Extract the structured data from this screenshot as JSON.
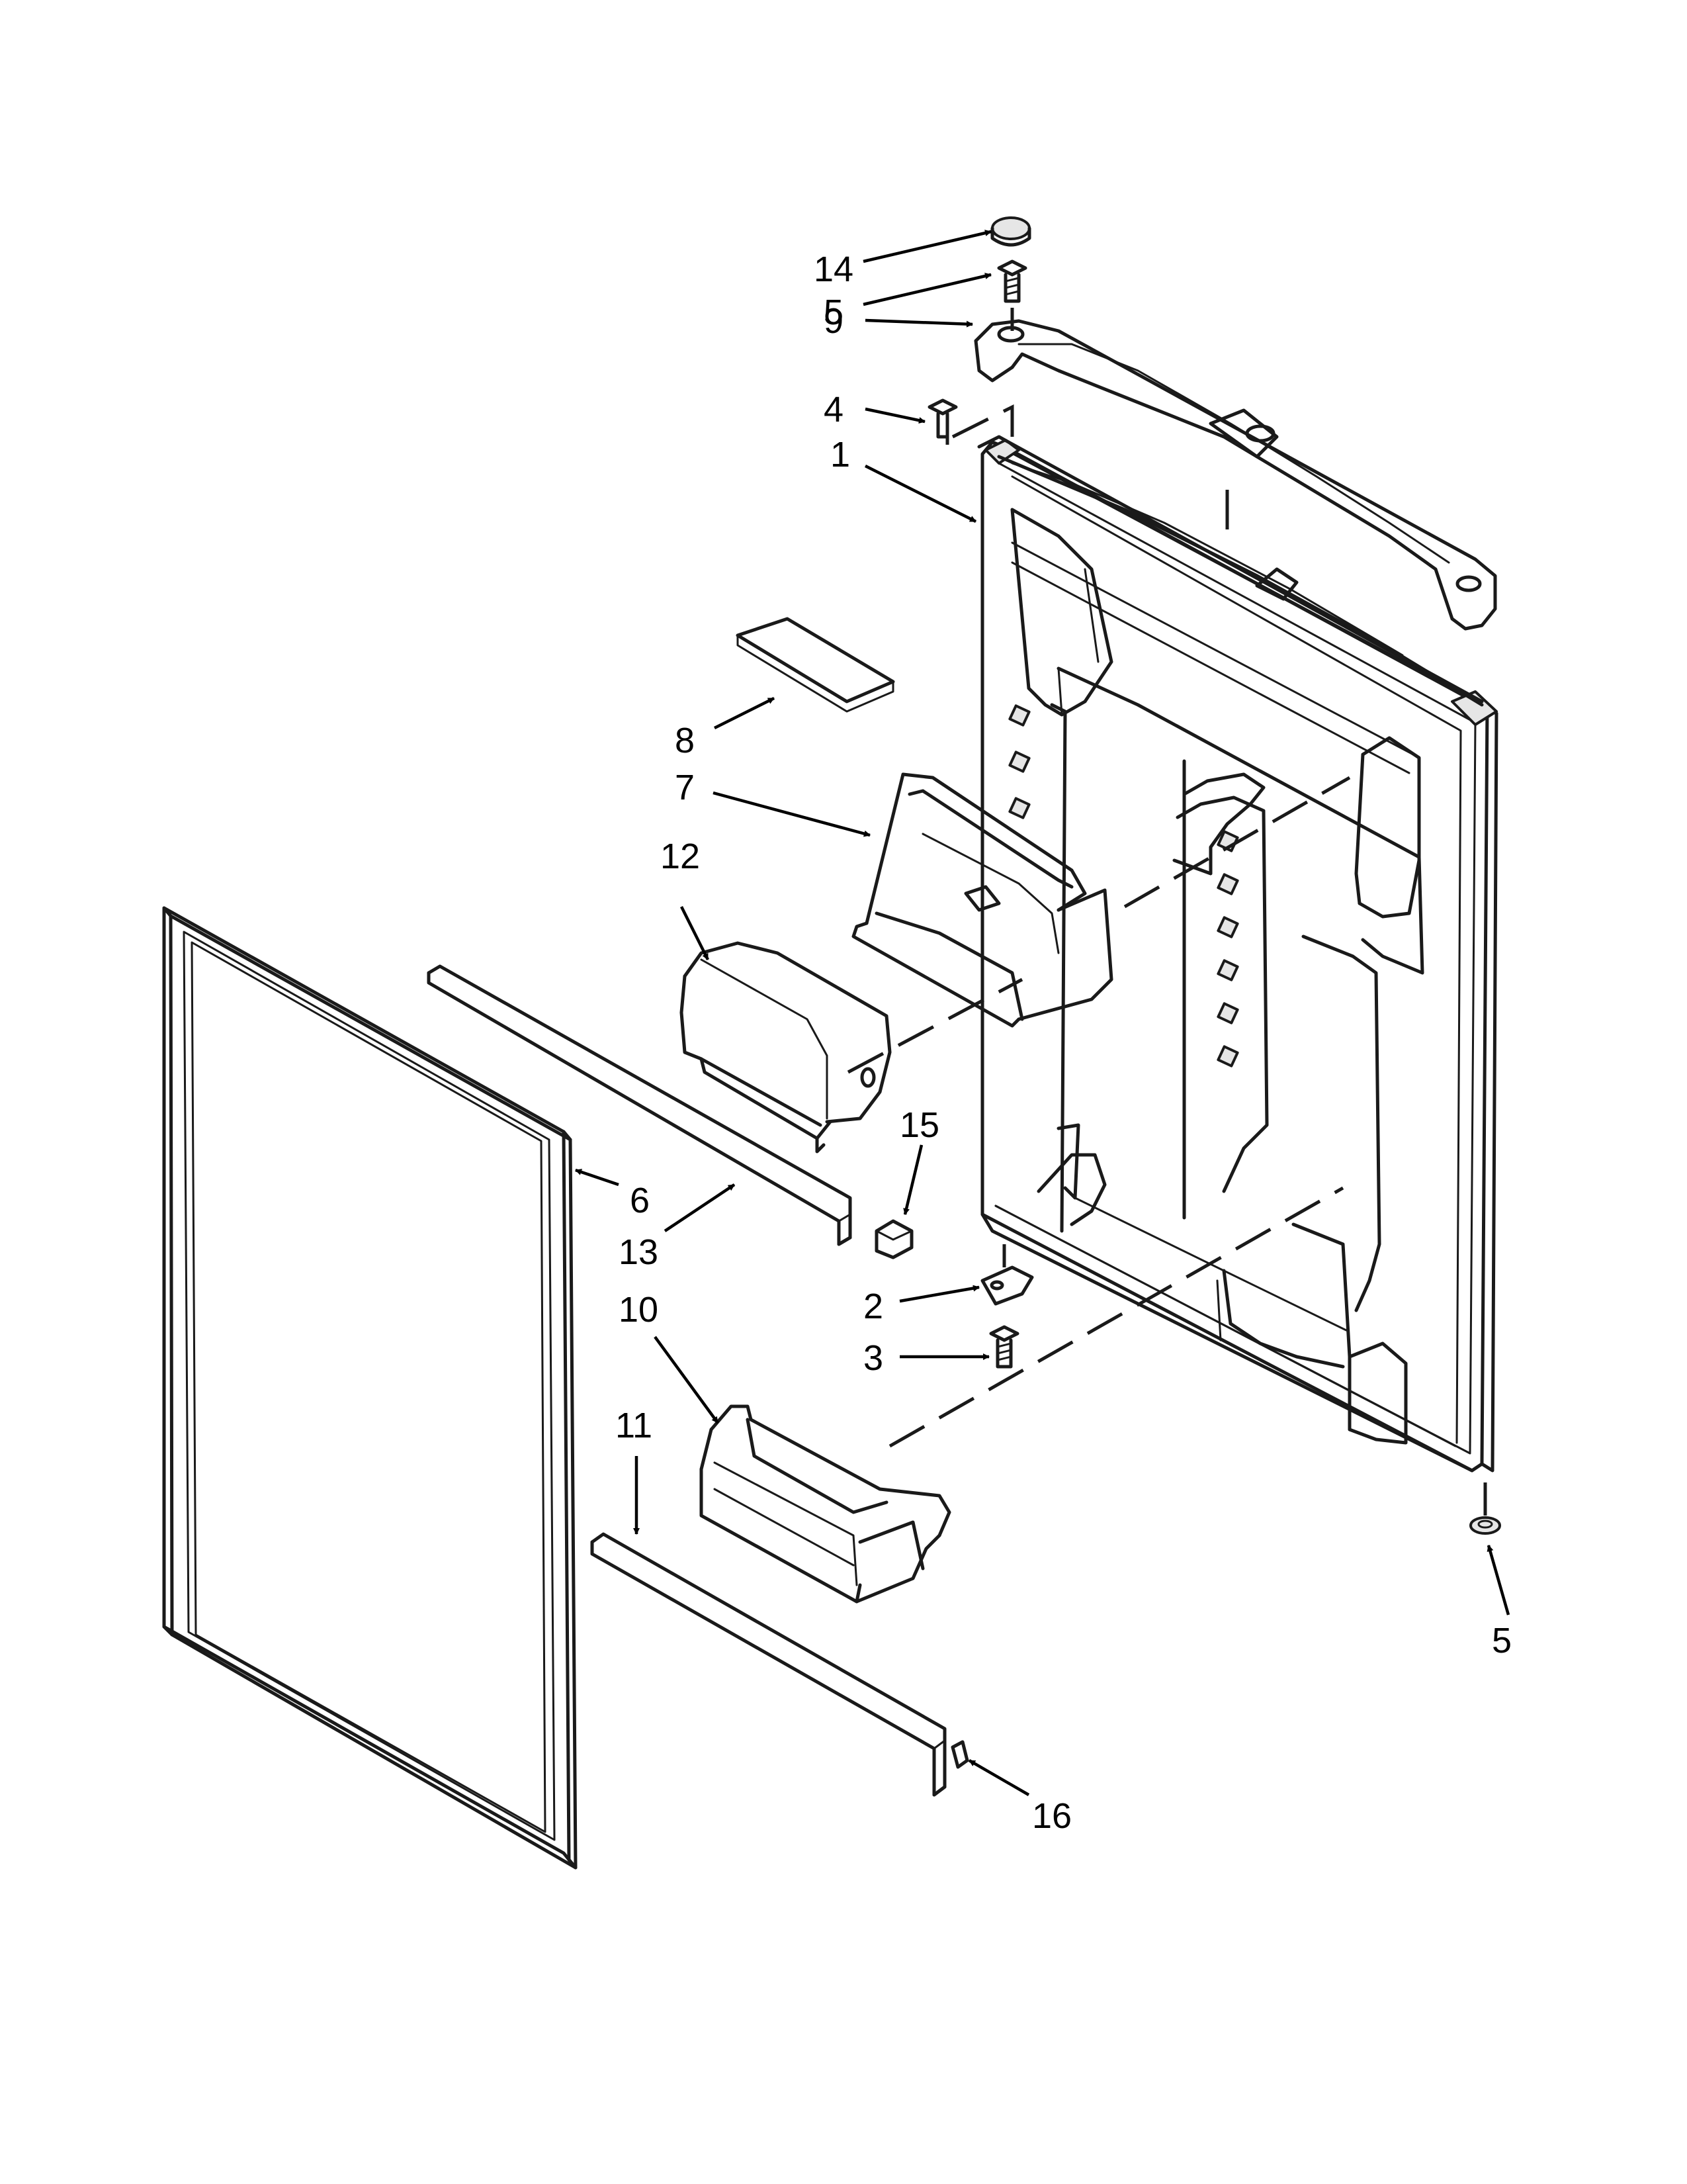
{
  "diagram": {
    "callouts": {
      "c14": "14",
      "c5a": "5",
      "c9": "9",
      "c4": "4",
      "c1": "1",
      "c8": "8",
      "c7": "7",
      "c12": "12",
      "c15": "15",
      "c6": "6",
      "c13": "13",
      "c2": "2",
      "c3": "3",
      "c10": "10",
      "c11": "11",
      "c5b": "5",
      "c16": "16"
    }
  }
}
